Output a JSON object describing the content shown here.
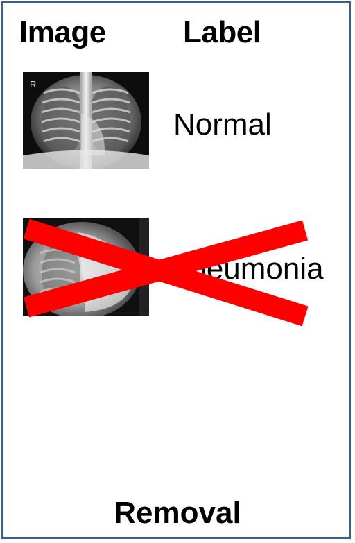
{
  "headers": {
    "image": "Image",
    "label": "Label"
  },
  "rows": [
    {
      "label": "Normal",
      "image_marker": "R",
      "removed": false
    },
    {
      "label": "Pneumonia",
      "removed": true
    }
  ],
  "footer": "Removal",
  "colors": {
    "border": "#3f5f86",
    "cross": "#ff0000"
  }
}
